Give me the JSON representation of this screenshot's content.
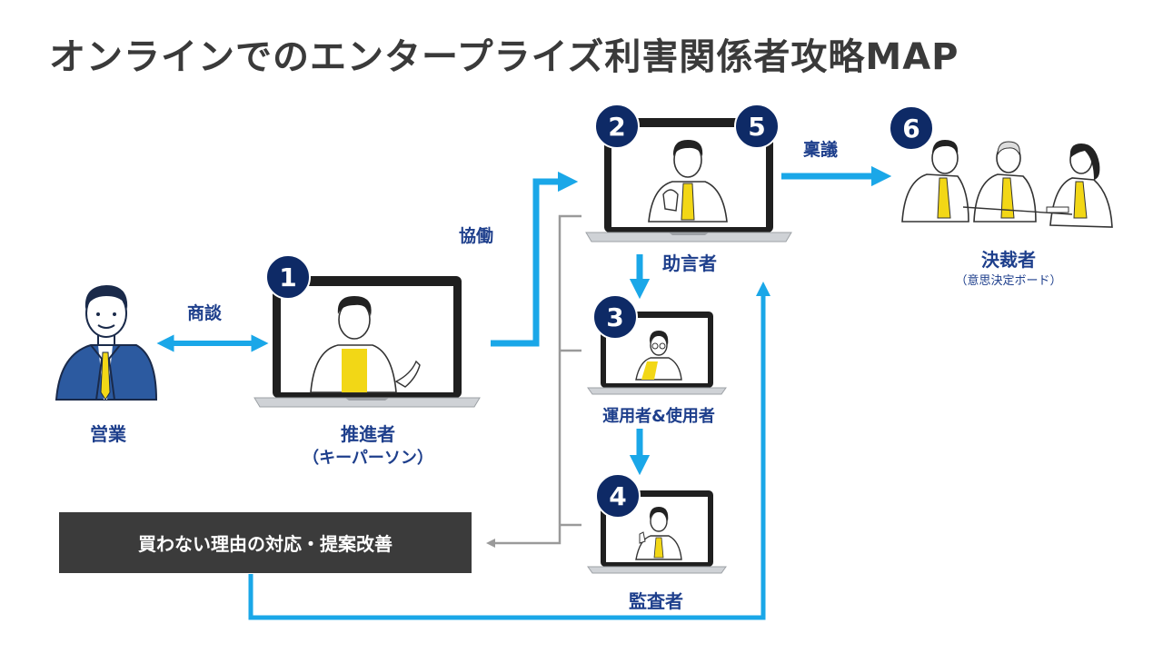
{
  "title": "オンラインでのエンタープライズ利害関係者攻略MAP",
  "nodes": {
    "sales": {
      "label": "営業"
    },
    "promoter": {
      "label": "推進者",
      "sub": "（キーパーソン）",
      "badge": "1"
    },
    "advisor": {
      "label": "助言者",
      "badge_left": "2",
      "badge_right": "5"
    },
    "operator": {
      "label": "運用者&使用者",
      "badge": "3"
    },
    "auditor": {
      "label": "監査者",
      "badge": "4"
    },
    "decider": {
      "label": "決裁者",
      "sub": "（意思決定ボード）",
      "badge": "6"
    }
  },
  "edges": {
    "negotiation": "商談",
    "collaboration": "協働",
    "proposal": "稟議"
  },
  "banner": {
    "text": "買わない理由の対応・提案改善"
  },
  "colors": {
    "arrow": "#1aa7e8",
    "badge": "#0e2a66",
    "label": "#1e3f8c",
    "banner": "#3b3b3b",
    "bracket": "#9a9a9a",
    "accent_tie": "#f2d716"
  }
}
